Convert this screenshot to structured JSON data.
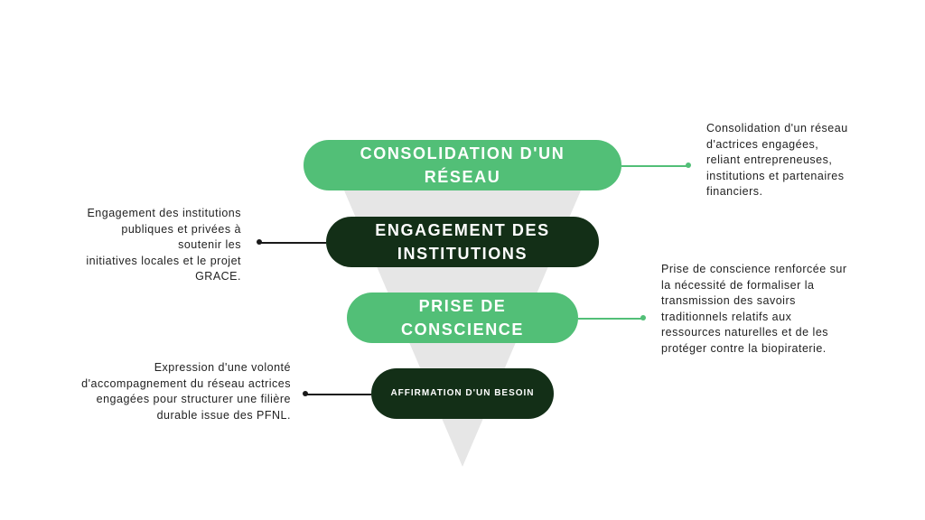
{
  "colors": {
    "light_green": "#52bf77",
    "dark_green": "#132f17",
    "funnel_gray": "#e6e6e6",
    "dot_dark": "#1a1a1a"
  },
  "stages": [
    {
      "title_lines": [
        "CONSOLIDATION D'UN",
        "RÉSEAU"
      ],
      "description_lines": [
        "Consolidation d'un réseau",
        "d'actrices engagées,",
        "reliant entrepreneuses,",
        "institutions et partenaires",
        "financiers."
      ]
    },
    {
      "title_lines": [
        "ENGAGEMENT DES",
        "INSTITUTIONS"
      ],
      "description_lines": [
        "Engagement des institutions",
        "publiques et privées à",
        "soutenir les",
        "initiatives locales et le projet",
        "GRACE."
      ]
    },
    {
      "title_lines": [
        "PRISE DE",
        "CONSCIENCE"
      ],
      "description_lines": [
        "Prise de conscience renforcée sur",
        "la nécessité de formaliser la",
        "transmission des savoirs",
        "traditionnels relatifs aux",
        "ressources naturelles et de les",
        "protéger contre la biopiraterie."
      ]
    },
    {
      "title_lines": [
        "AFFIRMATION D'UN BESOIN"
      ],
      "description_lines": [
        "Expression d'une volonté",
        "d'accompagnement du réseau actrices",
        "engagées pour structurer une filière",
        "durable issue des PFNL."
      ]
    }
  ]
}
